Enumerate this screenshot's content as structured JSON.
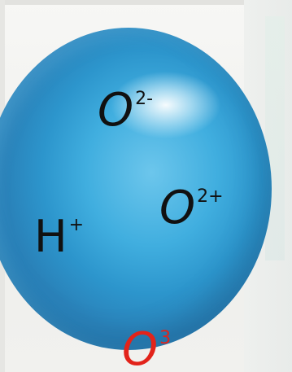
{
  "labels": {
    "o2minus": {
      "base": "O",
      "charge": "2-"
    },
    "o2plus": {
      "base": "O",
      "charge": "2+"
    },
    "hplus": {
      "base": "H",
      "charge": "+"
    },
    "o3": {
      "base": "O",
      "charge": "3"
    }
  },
  "colors": {
    "sphere": "#40aedf",
    "highlight_label": "#e2231a",
    "text": "#111111"
  }
}
